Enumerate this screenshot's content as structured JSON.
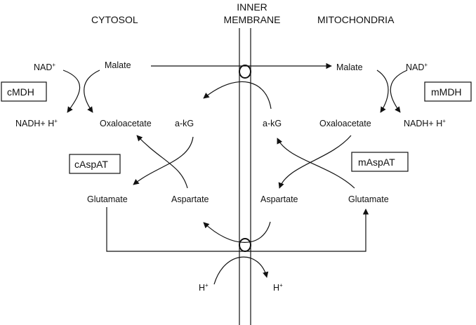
{
  "headers": {
    "cytosol": "CYTOSOL",
    "inner_membrane_line1": "INNER",
    "inner_membrane_line2": "MEMBRANE",
    "mitochondria": "MITOCHONDRIA"
  },
  "cytosol": {
    "nad": "NAD",
    "nad_sup": "+",
    "malate": "Malate",
    "nadh": "NADH+ H",
    "nadh_sup": "+",
    "oxaloacetate": "Oxaloacetate",
    "akg": "a-kG",
    "glutamate": "Glutamate",
    "aspartate": "Aspartate"
  },
  "mitochondria": {
    "malate": "Malate",
    "nad": "NAD",
    "nad_sup": "+",
    "akg": "a-kG",
    "oxaloacetate": "Oxaloacetate",
    "nadh": "NADH+ H",
    "nadh_sup": "+",
    "aspartate": "Aspartate",
    "glutamate": "Glutamate"
  },
  "enzymes": {
    "cmdh": "cMDH",
    "mmdh": "mMDH",
    "caspat": "cAspAT",
    "maspat": "mAspAT"
  },
  "protons": {
    "left": "H",
    "left_sup": "+",
    "right": "H",
    "right_sup": "+"
  }
}
